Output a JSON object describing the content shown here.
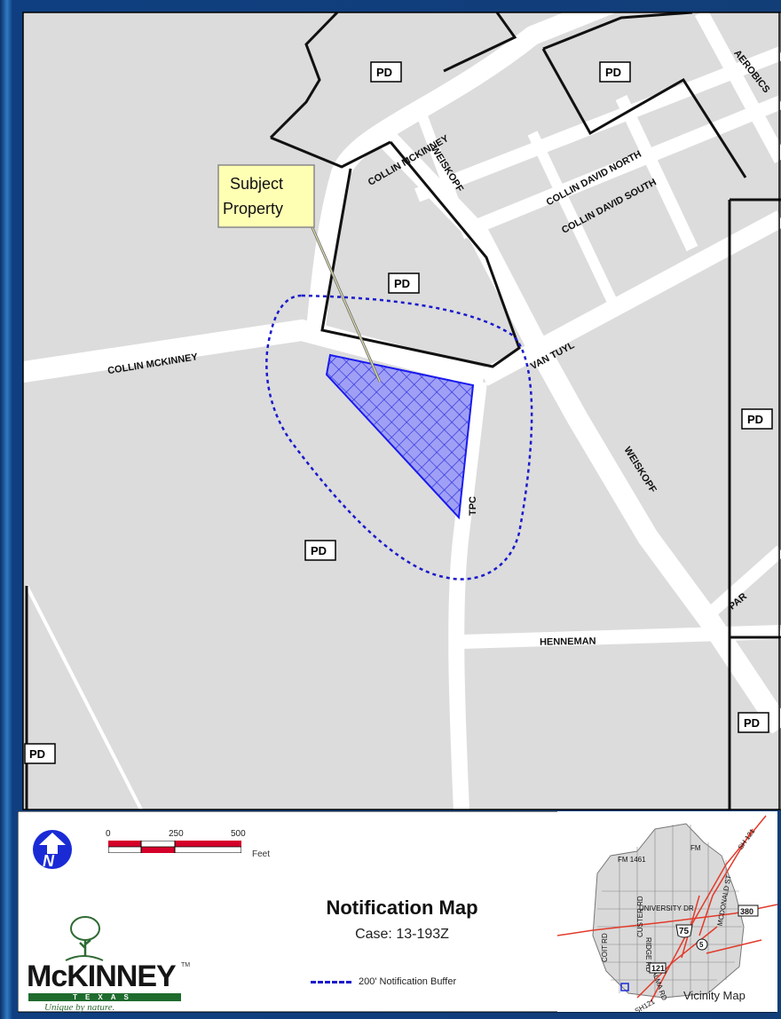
{
  "streets": {
    "collin_mckinney_north": "COLLIN MCKINNEY",
    "collin_mckinney_west": "COLLIN MCKINNEY",
    "weiskopf_north": "WEISKOPF",
    "weiskopf_south": "WEISKOPF",
    "collin_david_north": "COLLIN DAVID NORTH",
    "collin_david_south": "COLLIN DAVID SOUTH",
    "aerobics": "AEROBICS",
    "van_tuyl": "VAN TUYL",
    "tpc": "TPC",
    "henneman": "HENNEMAN",
    "par": "PAR"
  },
  "zoning_label": "PD",
  "callout": {
    "line1": "Subject",
    "line2": "Property"
  },
  "scale_bar": {
    "tick_0": "0",
    "tick_250": "250",
    "tick_500": "500",
    "unit": "Feet"
  },
  "title": "Notification Map",
  "case_number": "Case: 13-193Z",
  "buffer_legend": "200' Notification Buffer",
  "logo": {
    "wordmark": "McKINNEY",
    "tm": "TM",
    "state": "TEXAS",
    "tagline": "Unique by nature."
  },
  "vicinity_map": {
    "label": "Vicinity Map",
    "roads": {
      "fm1461": "FM 1461",
      "fm": "FM",
      "sh121_ne": "SH 121",
      "university": "UNIVERSITY DR",
      "custer": "CUSTER RD",
      "coit": "COIT RD",
      "ridge": "RIDGE RD",
      "alma": "ALMA RD",
      "mcdonald": "MCDONALD ST",
      "sh121_sw": "SH121",
      "us75": "75",
      "sh5": "5",
      "sh121_shield": "121",
      "us380": "380"
    }
  },
  "colors": {
    "parcel": "#dcdcdc",
    "street": "#ffffff",
    "zoning_boundary": "#111111",
    "subject_property": "#1a1aee",
    "notification_buffer": "#1a1acc",
    "callout_fill": "#ffffb4",
    "frame": "#1d4f8f",
    "scale_red": "#d4002a",
    "logo_green": "#1f6b2e",
    "vicinity_highways": "#e23a2a"
  },
  "icons": {
    "north_arrow": "north-arrow-icon",
    "logo_tree": "tree-icon"
  }
}
